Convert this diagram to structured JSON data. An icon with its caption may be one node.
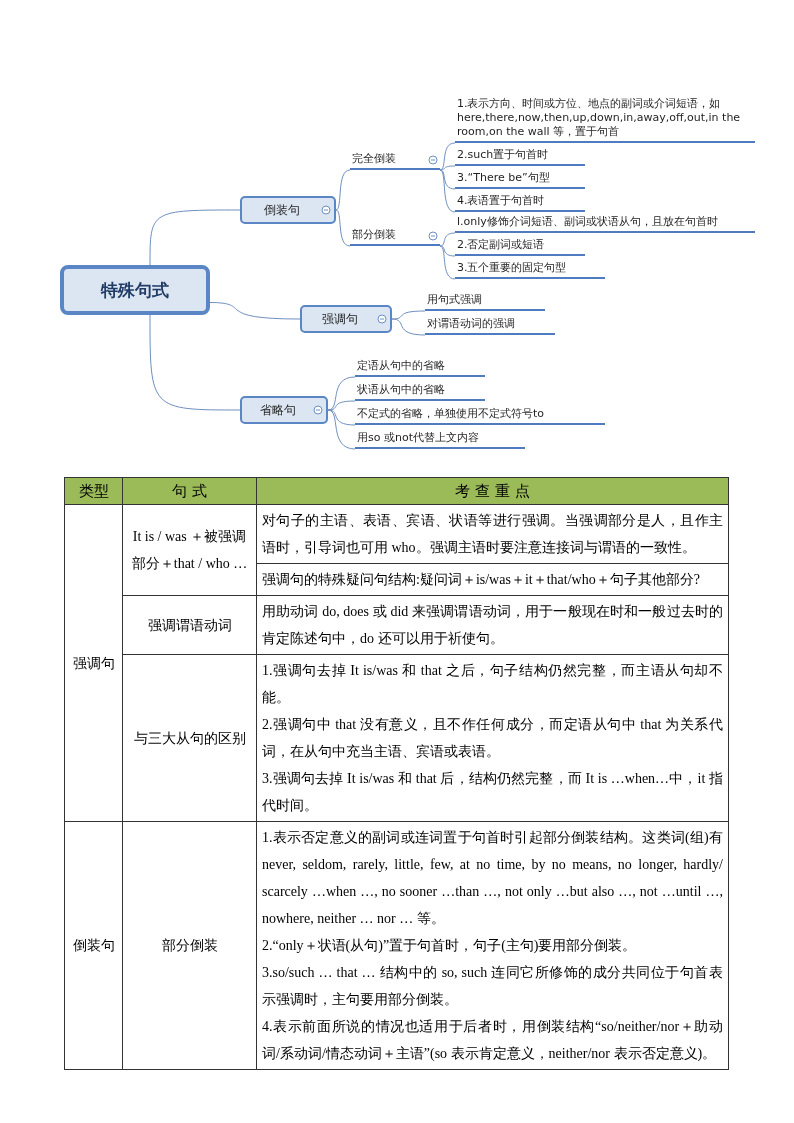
{
  "diagram": {
    "nodes": [
      {
        "text": [
          "特殊句式"
        ]
      },
      {
        "text": [
          "倒装句"
        ]
      },
      {
        "text": [
          "完全倒装"
        ]
      },
      {
        "text": [
          "1.表示方向、时间或方位、地点的副词或介词短语，如 here,there,now,then,up,down,in,away,off,out,in the room,on the wall 等，置于句首"
        ]
      },
      {
        "text": [
          "2.such置于句首时"
        ]
      },
      {
        "text": [
          "3.“There be”句型"
        ]
      },
      {
        "text": [
          "4.表语置于句首时"
        ]
      },
      {
        "text": [
          "部分倒装"
        ]
      },
      {
        "text": [
          "l.only修饰介词短语、副词或状语从句，且放在句首时"
        ]
      },
      {
        "text": [
          "2.否定副词或短语"
        ]
      },
      {
        "text": [
          "3.五个重要的固定句型"
        ]
      },
      {
        "text": [
          "强调句"
        ]
      },
      {
        "text": [
          "用句式强调"
        ]
      },
      {
        "text": [
          "对谓语动词的强调"
        ]
      },
      {
        "text": [
          "省略句"
        ]
      },
      {
        "text": [
          "定语从句中的省略"
        ]
      },
      {
        "text": [
          "状语从句中的省略"
        ]
      },
      {
        "text": [
          "不定式的省略，单独使用不定式符号to"
        ]
      },
      {
        "text": [
          "用so 或not代替上文内容"
        ]
      }
    ],
    "edges": [
      {
        "from": 0,
        "to": 1,
        "arrow": "none"
      },
      {
        "from": 1,
        "to": 2,
        "arrow": "none"
      },
      {
        "from": 2,
        "to": 3,
        "arrow": "none"
      },
      {
        "from": 2,
        "to": 4,
        "arrow": "none"
      },
      {
        "from": 2,
        "to": 5,
        "arrow": "none"
      },
      {
        "from": 2,
        "to": 6,
        "arrow": "none"
      },
      {
        "from": 1,
        "to": 7,
        "arrow": "none"
      },
      {
        "from": 7,
        "to": 8,
        "arrow": "none"
      },
      {
        "from": 7,
        "to": 9,
        "arrow": "none"
      },
      {
        "from": 7,
        "to": 10,
        "arrow": "none"
      },
      {
        "from": 0,
        "to": 11,
        "arrow": "none"
      },
      {
        "from": 11,
        "to": 12,
        "arrow": "none"
      },
      {
        "from": 11,
        "to": 13,
        "arrow": "none"
      },
      {
        "from": 0,
        "to": 14,
        "arrow": "none"
      },
      {
        "from": 14,
        "to": 15,
        "arrow": "none"
      },
      {
        "from": 14,
        "to": 16,
        "arrow": "none"
      },
      {
        "from": 14,
        "to": 17,
        "arrow": "none"
      },
      {
        "from": 14,
        "to": 18,
        "arrow": "none"
      }
    ],
    "labels": [
      "类型",
      "句 式",
      "考 查 重 点",
      "强调句",
      "It is / was ＋被强调部分＋that / who …",
      "对句子的主语、表语、宾语、状语等进行强调。当强调部分是人，且作主语时，引导词也可用 who。强调主语时要注意连接词与谓语的一致性。",
      "强调句的特殊疑问句结构:疑问词＋is/was＋it＋that/who＋句子其他部分?",
      "强调谓语动词",
      "用助动词 do, does 或 did 来强调谓语动词，用于一般现在时和一般过去时的肯定陈述句中，do 还可以用于祈使句。",
      "与三大从句的区别",
      "1.强调句去掉 It is/was 和 that 之后，句子结构仍然完整，而主语从句却不能。",
      "2.强调句中 that 没有意义，且不作任何成分，而定语从句中 that 为关系代词，在从句中充当主语、宾语或表语。",
      "3.强调句去掉 It is/was 和 that 后，结构仍然完整，而 It is …when…中，it 指代时间。",
      "倒装句",
      "部分倒装",
      "1.表示否定意义的副词或连词置于句首时引起部分倒装结构。这类词(组)有 never, seldom, rarely, little, few, at no time, by no means, no longer, hardly/ scarcely …when …, no sooner …than …, not only …but also …, not …until …, nowhere, neither … nor … 等。",
      "2.“only＋状语(从句)”置于句首时，句子(主句)要用部分倒装。",
      "3.so/such … that … 结构中的 so, such 连同它所修饰的成分共同位于句首表示强调时，主句要用部分倒装。",
      "4.表示前面所说的情况也适用于后者时，用倒装结构“so/neither/nor＋助动词/系动词/情态动词＋主语”(so 表示肯定意义，neither/nor 表示否定意义)。"
    ]
  }
}
